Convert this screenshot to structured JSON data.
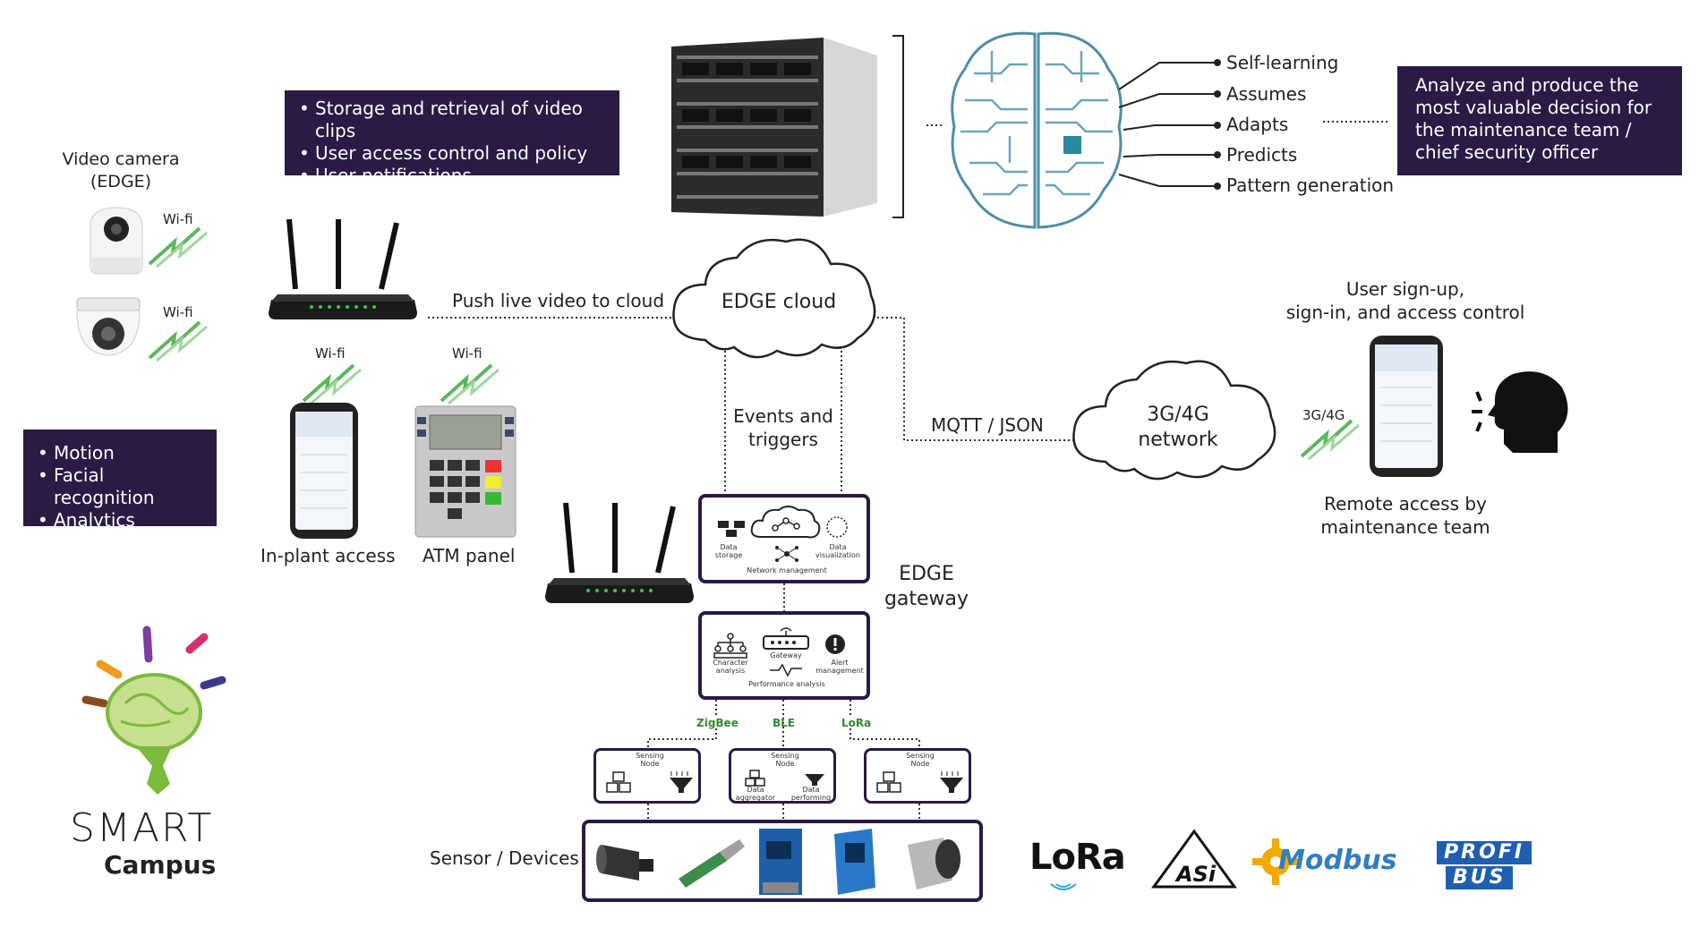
{
  "camera": {
    "title_line1": "Video camera",
    "title_line2": "(EDGE)",
    "wifi1": "Wi-fi",
    "wifi2": "Wi-fi"
  },
  "box_top": {
    "items": [
      "Storage and retrieval of video clips",
      "User access control and policy",
      "User notifications"
    ]
  },
  "box_left": {
    "items": [
      "Motion",
      "Facial recognition",
      "Analytics"
    ]
  },
  "box_right": {
    "text": "Analyze and produce the most valuable decision for the maintenance team / chief security officer"
  },
  "ai_features": [
    "Self-learning",
    "Assumes",
    "Adapts",
    "Predicts",
    "Pattern generation"
  ],
  "push_label": "Push live video to cloud",
  "edge_cloud": "EDGE cloud",
  "events": {
    "line1": "Events and",
    "line2": "triggers"
  },
  "mqtt": "MQTT / JSON",
  "network": {
    "line1": "3G/4G",
    "line2": "network"
  },
  "user_signup": {
    "line1": "User sign-up,",
    "line2": "sign-in, and access control"
  },
  "phone_link": "3G/4G",
  "remote": {
    "line1": "Remote access by",
    "line2": "maintenance team"
  },
  "inplant": {
    "label": "In-plant access",
    "wifi": "Wi-fi"
  },
  "atm": {
    "label": "ATM panel",
    "wifi": "Wi-fi"
  },
  "edge_gateway": {
    "line1": "EDGE",
    "line2": "gateway"
  },
  "gw_top": {
    "storage": "Data storage",
    "visual": "Data visualization",
    "network": "Network management"
  },
  "gw_mid": {
    "char": "Character analysis",
    "gateway": "Gateway",
    "alert": "Alert management",
    "perf": "Performance analysis"
  },
  "protocols": [
    "ZigBee",
    "BLE",
    "LoRa"
  ],
  "nodes": [
    {
      "title": "Sensing Node",
      "left": "",
      "right": ""
    },
    {
      "title": "Sensing Node",
      "left": "Data aggregator",
      "right": "Data performing"
    },
    {
      "title": "Sensing Node",
      "left": "",
      "right": ""
    }
  ],
  "sensors_label": "Sensor / Devices",
  "logos": {
    "lora": "LoRa",
    "asi": "ASi",
    "modbus": "Modbus",
    "profibus_1": "PROFI",
    "profibus_2": "BUS"
  },
  "smart": {
    "line1": "SMART",
    "line2": "Campus"
  },
  "colors": {
    "dark": "#2a1a44",
    "green": "#2e8b2e",
    "wifi": "#4caf50"
  }
}
